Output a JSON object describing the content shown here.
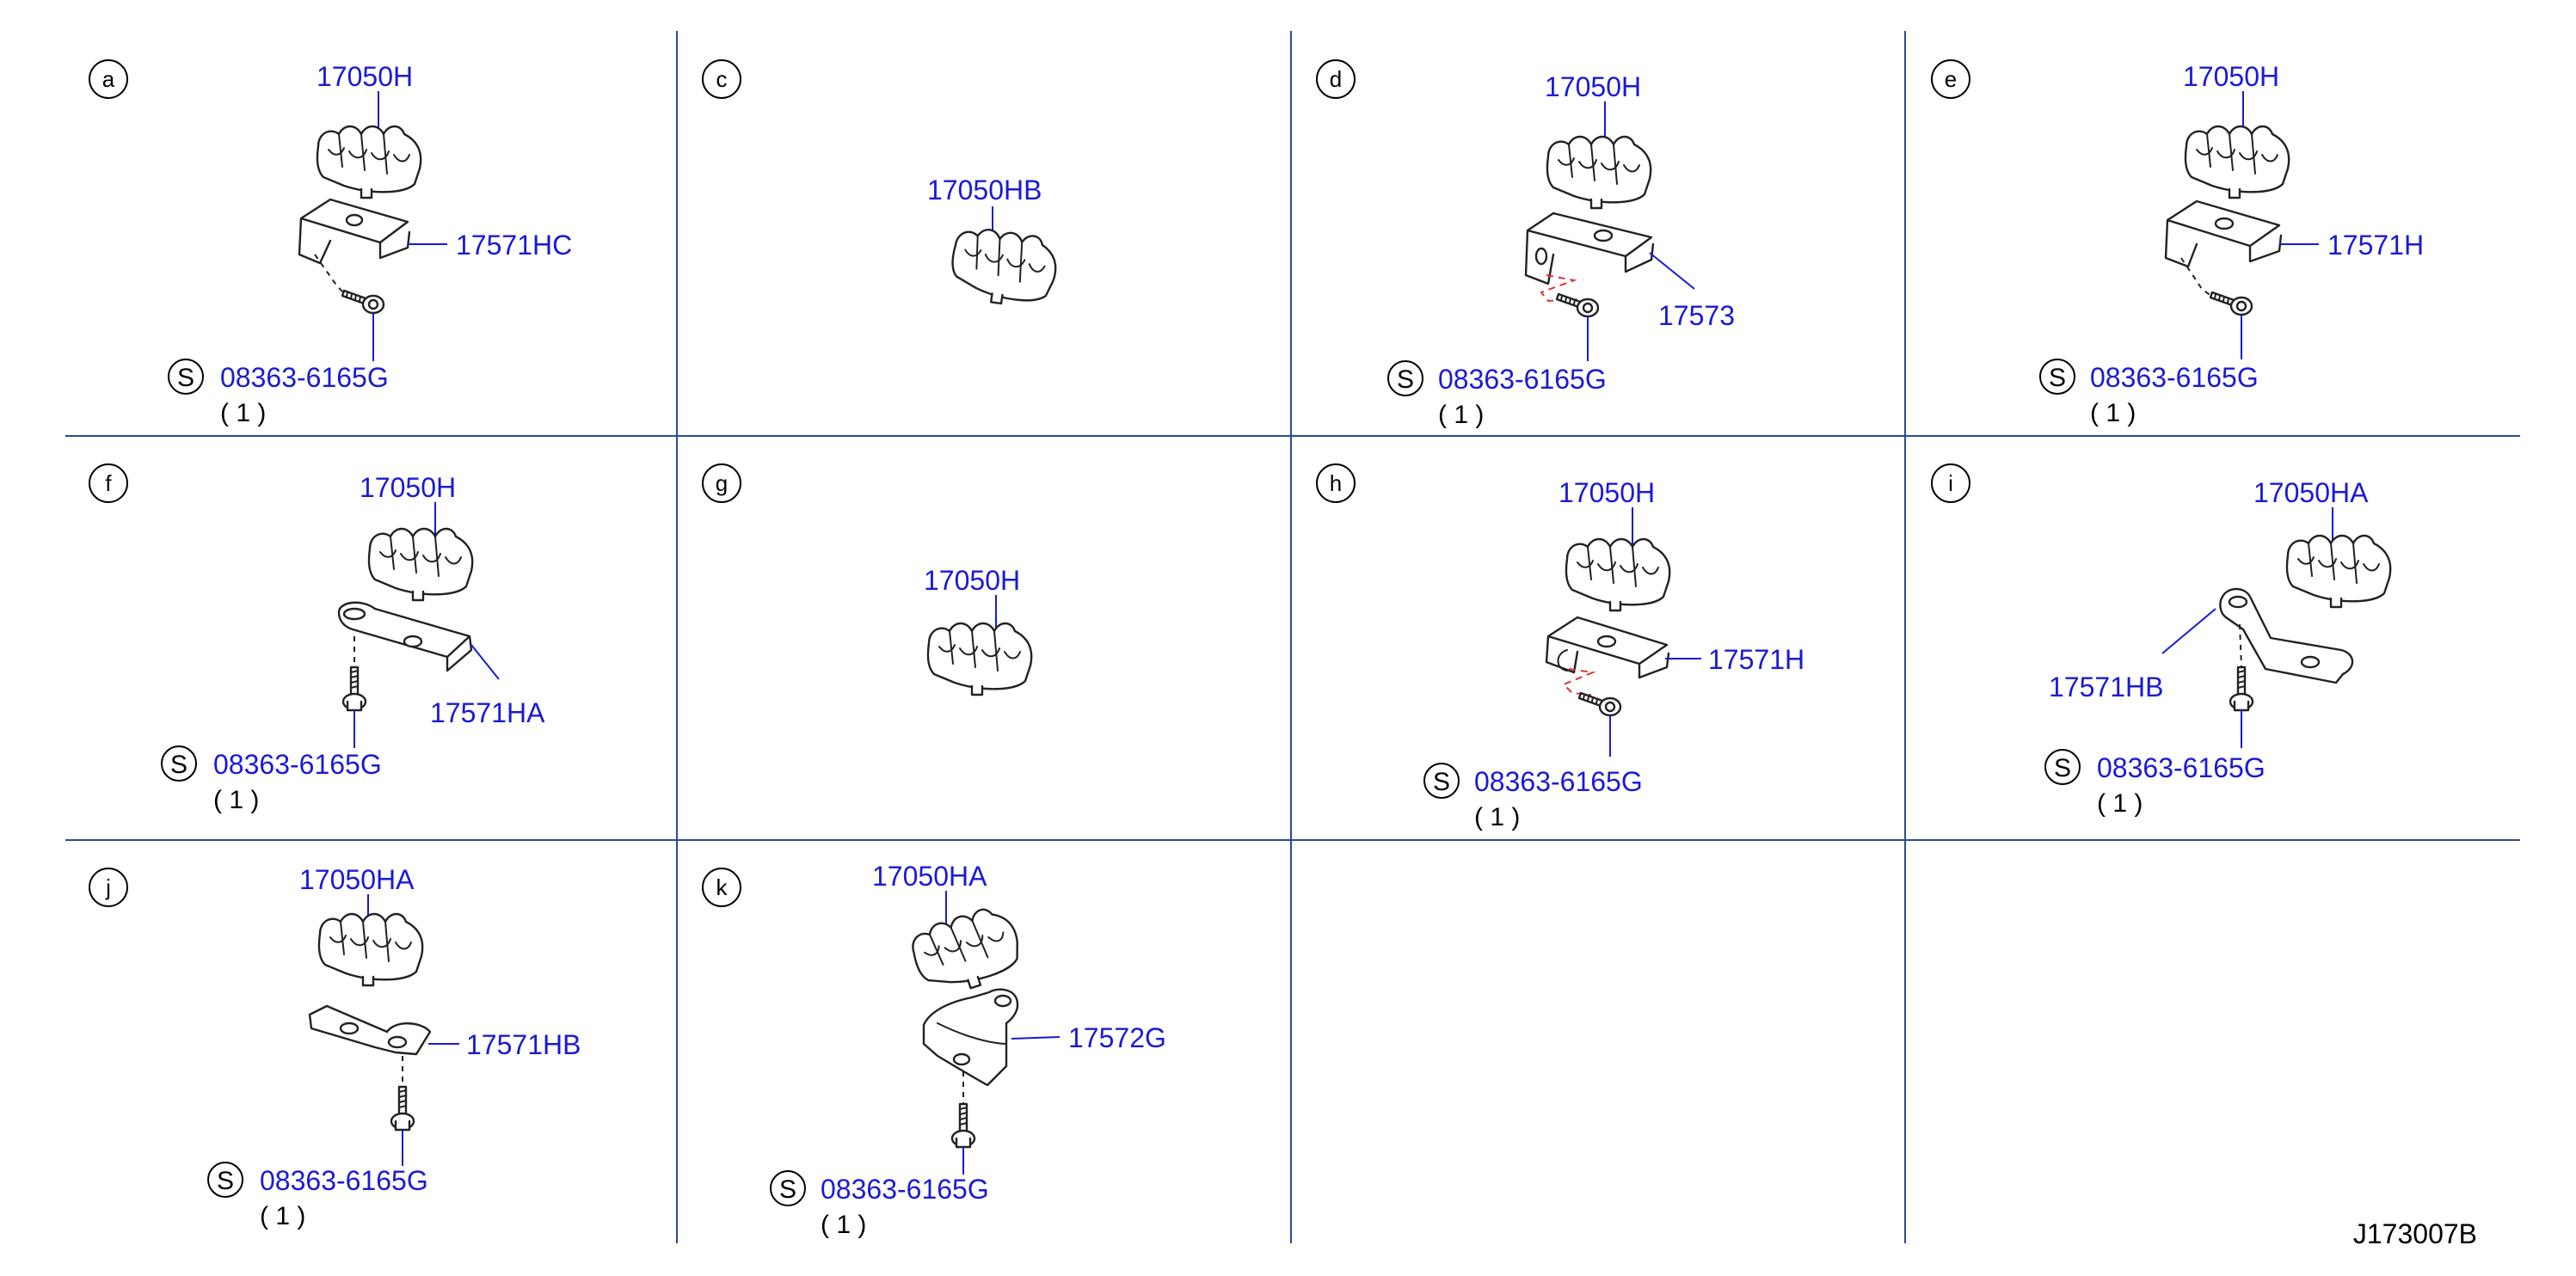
{
  "diagram_code": "J173007B",
  "panels": [
    {
      "letter": "a",
      "parts": [
        "17050H",
        "17571HC",
        "08363-6165G"
      ],
      "qty": "( 1 )"
    },
    {
      "letter": "c",
      "parts": [
        "17050HB"
      ]
    },
    {
      "letter": "d",
      "parts": [
        "17050H",
        "17573",
        "08363-6165G"
      ],
      "qty": "( 1 )"
    },
    {
      "letter": "e",
      "parts": [
        "17050H",
        "17571H",
        "08363-6165G"
      ],
      "qty": "( 1 )"
    },
    {
      "letter": "f",
      "parts": [
        "17050H",
        "17571HA",
        "08363-6165G"
      ],
      "qty": "( 1 )"
    },
    {
      "letter": "g",
      "parts": [
        "17050H"
      ]
    },
    {
      "letter": "h",
      "parts": [
        "17050H",
        "17571H",
        "08363-6165G"
      ],
      "qty": "( 1 )"
    },
    {
      "letter": "i",
      "parts": [
        "17050HA",
        "17571HB",
        "08363-6165G"
      ],
      "qty": "( 1 )"
    },
    {
      "letter": "j",
      "parts": [
        "17050HA",
        "17571HB",
        "08363-6165G"
      ],
      "qty": "( 1 )"
    },
    {
      "letter": "k",
      "parts": [
        "17050HA",
        "17572G",
        "08363-6165G"
      ],
      "qty": "( 1 )"
    }
  ],
  "standard_part_symbol": "S"
}
